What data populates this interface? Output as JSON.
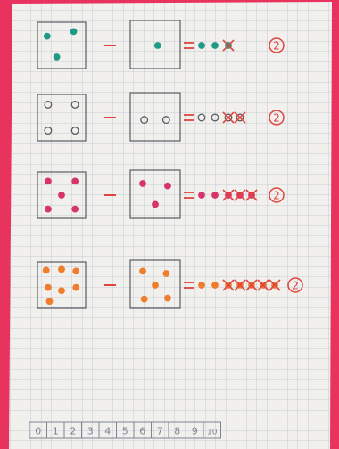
{
  "colors": {
    "binder": "#e8335f",
    "paper": "#f1f0ec",
    "grid": "#b9c3d2",
    "pencil": "#5a5a62",
    "red_ink": "#e0443e",
    "teal": "#1f9a86",
    "pink": "#d8346c",
    "orange": "#ef7d2c"
  },
  "rows": [
    {
      "minuend_dots": 3,
      "subtrahend_dots": 1,
      "result_dots": 2,
      "crossed": 1,
      "answer": "2",
      "dot_color": "teal",
      "filled": true
    },
    {
      "minuend_dots": 4,
      "subtrahend_dots": 2,
      "result_dots": 2,
      "crossed": 2,
      "answer": "2",
      "dot_color": "pencil",
      "filled": false
    },
    {
      "minuend_dots": 5,
      "subtrahend_dots": 3,
      "result_dots": 2,
      "crossed": 3,
      "answer": "2",
      "dot_color": "pink",
      "filled": true
    },
    {
      "minuend_dots": 7,
      "subtrahend_dots": 5,
      "result_dots": 2,
      "crossed": 5,
      "answer": "2",
      "dot_color": "orange",
      "filled": true
    }
  ],
  "operators": {
    "minus": "−",
    "equals": "="
  },
  "number_line": [
    "0",
    "1",
    "2",
    "3",
    "4",
    "5",
    "6",
    "7",
    "8",
    "9",
    "10"
  ]
}
